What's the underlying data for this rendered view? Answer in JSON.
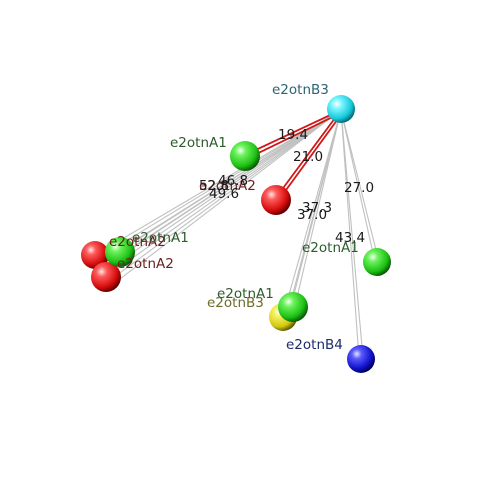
{
  "colors": {
    "background": "#ffffff",
    "bond_grey": "#b4b4b4",
    "bond_red": "#d01818",
    "atom_cyan": "#16d8e8",
    "atom_green": "#22c81a",
    "atom_red": "#d81010",
    "atom_yellow": "#d8d010",
    "atom_blue": "#1010c8",
    "label_cyan": "#2c6474",
    "label_green": "#2c5c2c",
    "label_red": "#6c2020",
    "label_yellow": "#6c6c2c",
    "label_blue": "#1c2c6c"
  },
  "atoms": {
    "hub": {
      "label": "e2otnB3",
      "color": "cyan"
    },
    "green_upper": {
      "label": "e2otnA1",
      "color": "green"
    },
    "red_center": {
      "label": "e2otnA2",
      "color": "red"
    },
    "cluster_left_red_a": {
      "label": "e2otnA2",
      "color": "red"
    },
    "cluster_left_green": {
      "label": "e2otnA1",
      "color": "green"
    },
    "cluster_left_red_b": {
      "label": "e2otnA2",
      "color": "red"
    },
    "right_green": {
      "label": "e2otnA1",
      "color": "green"
    },
    "bottom_green": {
      "label": "e2otnA1",
      "color": "green"
    },
    "bottom_yellow": {
      "label": "e2otnB3",
      "color": "yellow"
    },
    "blue": {
      "label": "e2otnB4",
      "color": "blue"
    }
  },
  "distances": {
    "hub_to_green_upper": "19.4",
    "hub_to_red_center": "21.0",
    "hub_to_right_green": "27.0",
    "hub_to_bottom_green": "37.3",
    "hub_to_bottom_yellow": "37.0",
    "hub_to_blue": "43.4",
    "hub_to_cluster_a": "46.8",
    "hub_to_cluster_b": "52.8",
    "hub_to_cluster_c": "49.6"
  }
}
